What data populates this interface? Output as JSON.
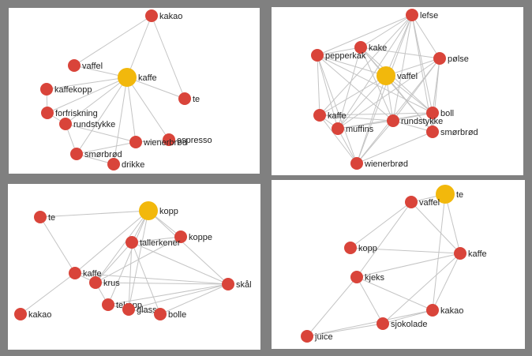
{
  "colors": {
    "node": "#d9443a",
    "hub": "#f2b80c",
    "edge": "#c4c4c4",
    "label": "#222222"
  },
  "graphs": [
    {
      "hub": "kaffe",
      "nodes": [
        "kaffe",
        "kakao",
        "vaffel",
        "kaffekopp",
        "te",
        "forfriskning",
        "rundstykke",
        "espresso",
        "wienerbrød",
        "smørbrød",
        "drikke"
      ],
      "edges": [
        [
          "kaffe",
          "kakao"
        ],
        [
          "kaffe",
          "vaffel"
        ],
        [
          "kaffe",
          "kaffekopp"
        ],
        [
          "kaffe",
          "te"
        ],
        [
          "kaffe",
          "forfriskning"
        ],
        [
          "kaffe",
          "rundstykke"
        ],
        [
          "kaffe",
          "espresso"
        ],
        [
          "kaffe",
          "wienerbrød"
        ],
        [
          "kaffe",
          "smørbrød"
        ],
        [
          "kaffe",
          "drikke"
        ],
        [
          "kakao",
          "te"
        ],
        [
          "kakao",
          "vaffel"
        ],
        [
          "forfriskning",
          "rundstykke"
        ],
        [
          "rundstykke",
          "smørbrød"
        ],
        [
          "rundstykke",
          "wienerbrød"
        ],
        [
          "smørbrød",
          "wienerbrød"
        ],
        [
          "smørbrød",
          "drikke"
        ],
        [
          "wienerbrød",
          "espresso"
        ],
        [
          "kaffekopp",
          "forfriskning"
        ]
      ]
    },
    {
      "hub": "vaffel",
      "nodes": [
        "vaffel",
        "lefse",
        "kake",
        "pepperkak",
        "pølse",
        "boll",
        "kaffe",
        "rundstykke",
        "muffins",
        "smørbrød",
        "wienerbrød"
      ],
      "edges": [
        [
          "vaffel",
          "lefse"
        ],
        [
          "vaffel",
          "kake"
        ],
        [
          "vaffel",
          "pepperkak"
        ],
        [
          "vaffel",
          "pølse"
        ],
        [
          "vaffel",
          "boll"
        ],
        [
          "vaffel",
          "kaffe"
        ],
        [
          "vaffel",
          "rundstykke"
        ],
        [
          "vaffel",
          "muffins"
        ],
        [
          "vaffel",
          "smørbrød"
        ],
        [
          "vaffel",
          "wienerbrød"
        ],
        [
          "lefse",
          "kake"
        ],
        [
          "lefse",
          "pepperkak"
        ],
        [
          "lefse",
          "pølse"
        ],
        [
          "lefse",
          "boll"
        ],
        [
          "lefse",
          "rundstykke"
        ],
        [
          "lefse",
          "muffins"
        ],
        [
          "lefse",
          "smørbrød"
        ],
        [
          "lefse",
          "wienerbrød"
        ],
        [
          "lefse",
          "kaffe"
        ],
        [
          "kake",
          "pepperkak"
        ],
        [
          "kake",
          "pølse"
        ],
        [
          "kake",
          "boll"
        ],
        [
          "kake",
          "rundstykke"
        ],
        [
          "kake",
          "muffins"
        ],
        [
          "kake",
          "smørbrød"
        ],
        [
          "pepperkak",
          "kaffe"
        ],
        [
          "pepperkak",
          "muffins"
        ],
        [
          "pepperkak",
          "rundstykke"
        ],
        [
          "pepperkak",
          "boll"
        ],
        [
          "pepperkak",
          "wienerbrød"
        ],
        [
          "pølse",
          "boll"
        ],
        [
          "pølse",
          "rundstykke"
        ],
        [
          "pølse",
          "smørbrød"
        ],
        [
          "pølse",
          "muffins"
        ],
        [
          "pølse",
          "wienerbrød"
        ],
        [
          "boll",
          "rundstykke"
        ],
        [
          "boll",
          "smørbrød"
        ],
        [
          "boll",
          "muffins"
        ],
        [
          "boll",
          "kaffe"
        ],
        [
          "kaffe",
          "muffins"
        ],
        [
          "kaffe",
          "rundstykke"
        ],
        [
          "kaffe",
          "wienerbrød"
        ],
        [
          "rundstykke",
          "muffins"
        ],
        [
          "rundstykke",
          "smørbrød"
        ],
        [
          "rundstykke",
          "wienerbrød"
        ],
        [
          "muffins",
          "wienerbrød"
        ],
        [
          "smørbrød",
          "wienerbrød"
        ]
      ]
    },
    {
      "hub": "kopp",
      "nodes": [
        "kopp",
        "te",
        "koppe",
        "tallerkener",
        "kaffe",
        "krus",
        "skål",
        "tekopp",
        "glass",
        "bolle",
        "kakao"
      ],
      "edges": [
        [
          "kopp",
          "te"
        ],
        [
          "kopp",
          "koppe"
        ],
        [
          "kopp",
          "tallerkener"
        ],
        [
          "kopp",
          "kaffe"
        ],
        [
          "kopp",
          "krus"
        ],
        [
          "kopp",
          "skål"
        ],
        [
          "kopp",
          "tekopp"
        ],
        [
          "kopp",
          "glass"
        ],
        [
          "te",
          "kaffe"
        ],
        [
          "kaffe",
          "kakao"
        ],
        [
          "kaffe",
          "skål"
        ],
        [
          "kaffe",
          "krus"
        ],
        [
          "krus",
          "tekopp"
        ],
        [
          "tallerkener",
          "skål"
        ],
        [
          "tallerkener",
          "glass"
        ],
        [
          "tallerkener",
          "bolle"
        ],
        [
          "tallerkener",
          "krus"
        ],
        [
          "koppe",
          "tallerkener"
        ],
        [
          "skål",
          "bolle"
        ],
        [
          "skål",
          "tekopp"
        ],
        [
          "skål",
          "glass"
        ],
        [
          "skål",
          "krus"
        ],
        [
          "tekopp",
          "glass"
        ],
        [
          "glass",
          "bolle"
        ],
        [
          "koppe",
          "krus"
        ]
      ]
    },
    {
      "hub": "te",
      "nodes": [
        "te",
        "vaffel",
        "kopp",
        "kaffe",
        "kjeks",
        "kakao",
        "sjokolade",
        "juice"
      ],
      "edges": [
        [
          "te",
          "vaffel"
        ],
        [
          "te",
          "kaffe"
        ],
        [
          "te",
          "kakao"
        ],
        [
          "vaffel",
          "kaffe"
        ],
        [
          "vaffel",
          "kjeks"
        ],
        [
          "vaffel",
          "kopp"
        ],
        [
          "kopp",
          "kaffe"
        ],
        [
          "kaffe",
          "kjeks"
        ],
        [
          "kaffe",
          "kakao"
        ],
        [
          "kaffe",
          "sjokolade"
        ],
        [
          "kjeks",
          "kakao"
        ],
        [
          "kjeks",
          "sjokolade"
        ],
        [
          "kjeks",
          "juice"
        ],
        [
          "kakao",
          "sjokolade"
        ],
        [
          "sjokolade",
          "juice"
        ],
        [
          "kakao",
          "juice"
        ]
      ]
    }
  ]
}
